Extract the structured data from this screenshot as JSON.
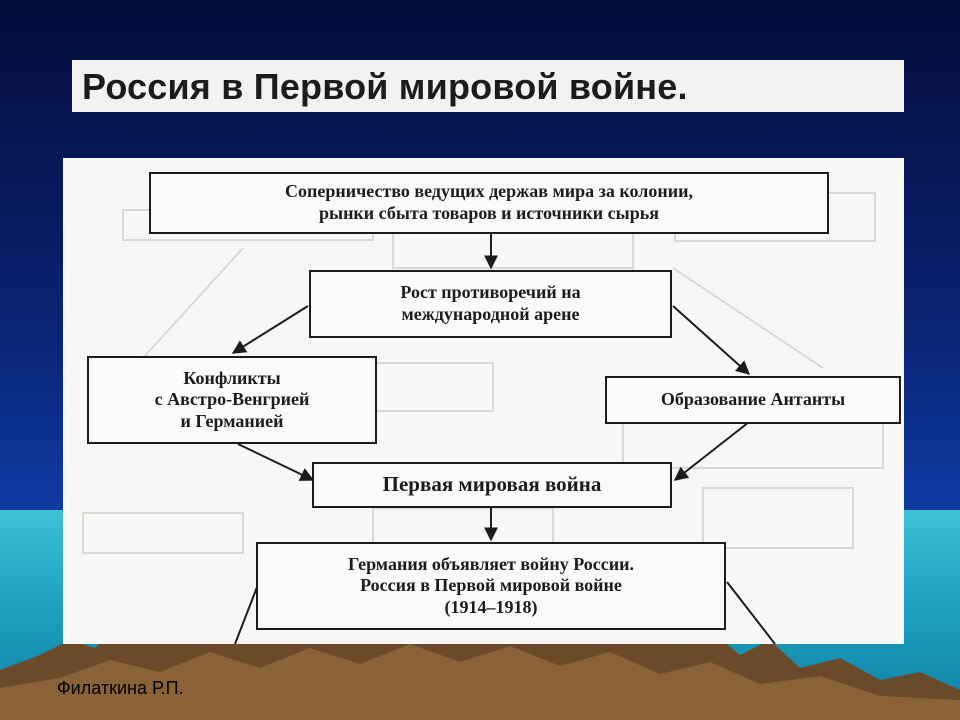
{
  "slide": {
    "title": "Россия в Первой мировой войне.",
    "author": "Филаткина Р.П."
  },
  "diagram": {
    "nodes": {
      "rivalry": {
        "line1": "Соперничество ведущих держав мира за колонии,",
        "line2": "рынки сбыта товаров и источники сырья"
      },
      "contradictions": {
        "line1": "Рост противоречий на",
        "line2": "международной арене"
      },
      "conflicts": {
        "line1": "Конфликты",
        "line2": "с Австро-Венгрией",
        "line3": "и Германией"
      },
      "entente": {
        "line1": "Образование Антанты"
      },
      "ww1": {
        "line1": "Первая мировая война"
      },
      "declaration": {
        "line1": "Германия объявляет войну России.",
        "line2": "Россия в Первой мировой войне",
        "line3": "(1914–1918)"
      }
    }
  },
  "colors": {
    "box_border": "#1c1c1c",
    "panel": "#f7f7f5",
    "sky_top": "#040c3a",
    "sea": "#1fa5c2"
  }
}
